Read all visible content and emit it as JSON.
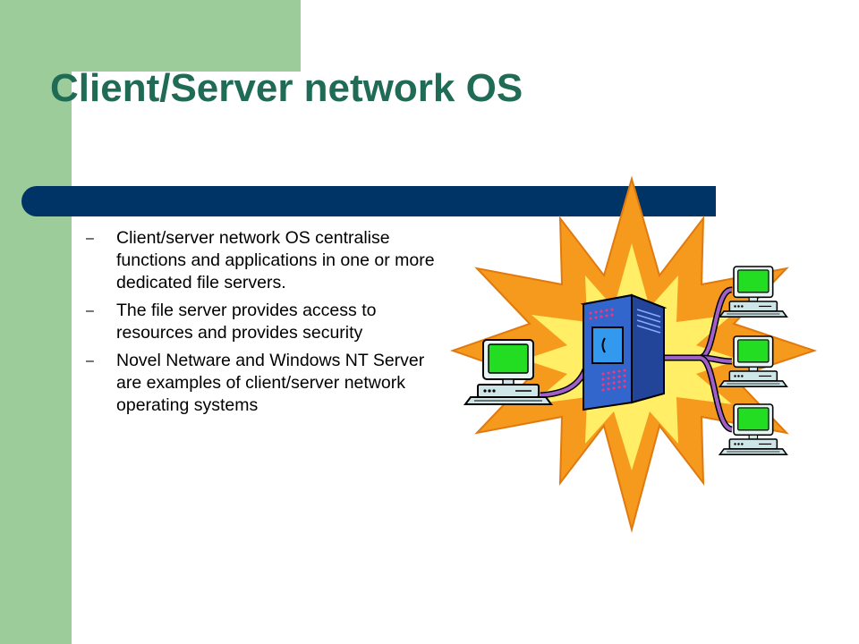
{
  "title": "Client/Server network OS",
  "bullets": [
    {
      "marker": "–",
      "text": "Client/server network OS centralise functions and applications in one or more dedicated file servers."
    },
    {
      "marker": "–",
      "text": "The file server provides access to resources and provides security"
    },
    {
      "marker": "–",
      "text": "Novel Netware and Windows NT Server are examples of client/server network operating systems"
    }
  ],
  "illustration": {
    "icons": [
      "starburst-icon",
      "file-server-icon",
      "client-computer-icon"
    ],
    "colors": {
      "starburst_outer": "#f59a1c",
      "starburst_inner": "#ffee66",
      "server": "#3366cc",
      "cable": "#a060c8",
      "monitor_screen": "#22dd22",
      "computer_body": "#cfe6e8"
    }
  },
  "colors": {
    "accent_green": "#9ccc9a",
    "title": "#1f6b56",
    "rule": "#003366"
  }
}
